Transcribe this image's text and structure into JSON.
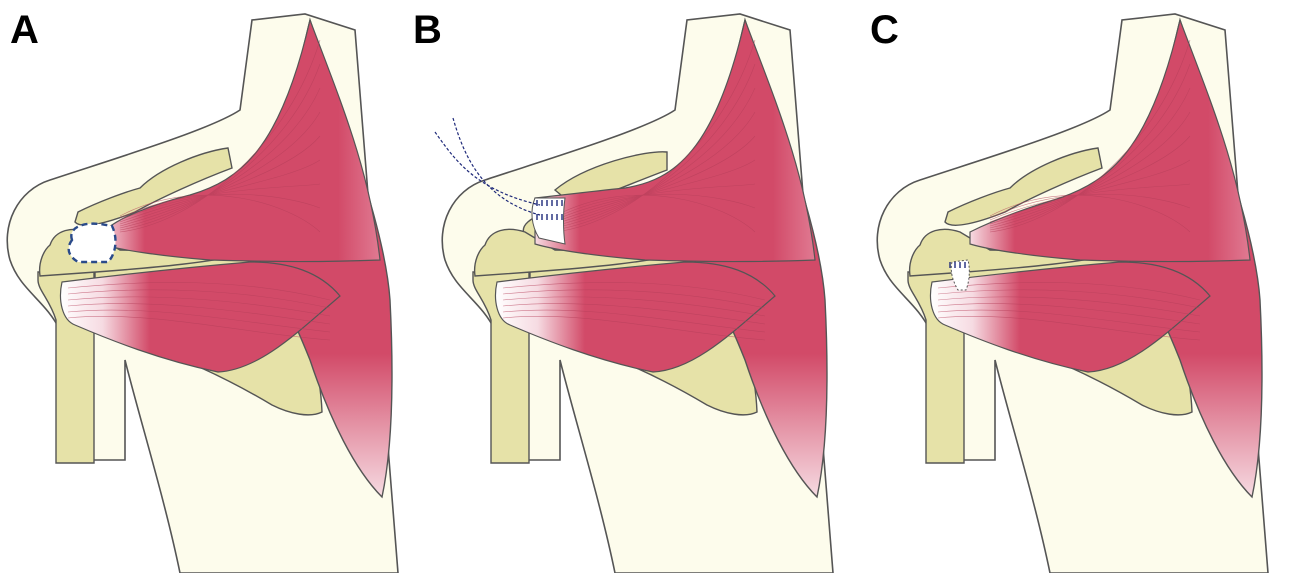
{
  "panels": [
    {
      "label": "A",
      "stage": "detached-tendon-outlined"
    },
    {
      "label": "B",
      "stage": "suture-passed-through-tendon"
    },
    {
      "label": "C",
      "stage": "tendon-reattached-to-bone"
    }
  ],
  "colors": {
    "skin": "#fdfcec",
    "bone": "#e6e2a8",
    "muscle": "#d24a68",
    "muscle_light": "#f6dbe2",
    "tendon": "#ffffff",
    "outline": "#555555",
    "fiber": "#b63f5a",
    "suture": "#1f2a7a",
    "dashed_outline": "#2a4a8a"
  }
}
